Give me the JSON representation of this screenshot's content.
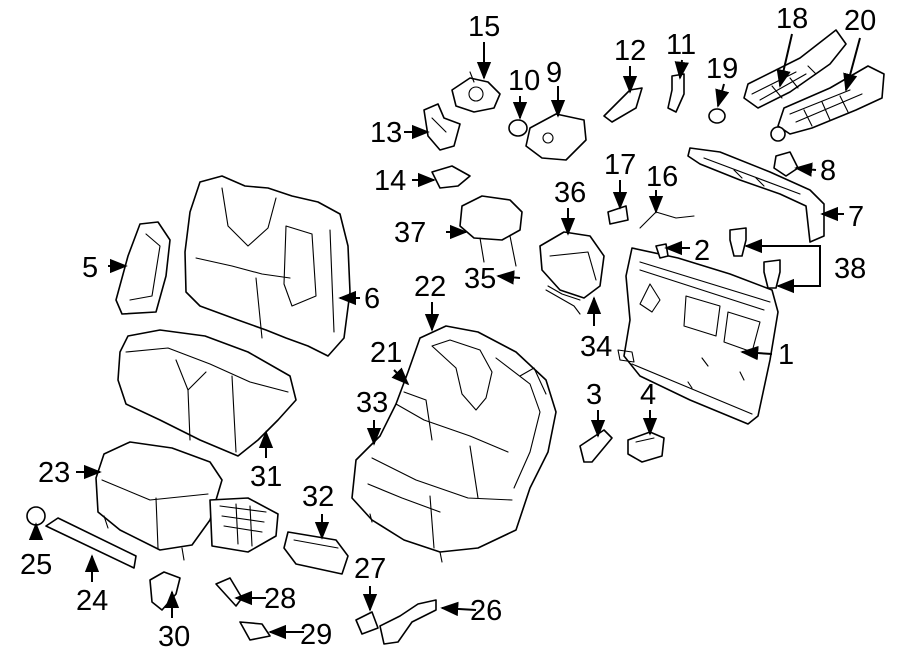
{
  "diagram": {
    "colors": {
      "line": "#000000",
      "background": "#ffffff",
      "shade": "#e9e9e9"
    },
    "callouts": [
      {
        "id": "c1",
        "label": "1"
      },
      {
        "id": "c2",
        "label": "2"
      },
      {
        "id": "c3",
        "label": "3"
      },
      {
        "id": "c4",
        "label": "4"
      },
      {
        "id": "c5",
        "label": "5"
      },
      {
        "id": "c6",
        "label": "6"
      },
      {
        "id": "c7",
        "label": "7"
      },
      {
        "id": "c8",
        "label": "8"
      },
      {
        "id": "c9",
        "label": "9"
      },
      {
        "id": "c10",
        "label": "10"
      },
      {
        "id": "c11",
        "label": "11"
      },
      {
        "id": "c12",
        "label": "12"
      },
      {
        "id": "c13",
        "label": "13"
      },
      {
        "id": "c14",
        "label": "14"
      },
      {
        "id": "c15",
        "label": "15"
      },
      {
        "id": "c16",
        "label": "16"
      },
      {
        "id": "c17",
        "label": "17"
      },
      {
        "id": "c18",
        "label": "18"
      },
      {
        "id": "c19",
        "label": "19"
      },
      {
        "id": "c20",
        "label": "20"
      },
      {
        "id": "c21",
        "label": "21"
      },
      {
        "id": "c22",
        "label": "22"
      },
      {
        "id": "c23",
        "label": "23"
      },
      {
        "id": "c24",
        "label": "24"
      },
      {
        "id": "c25",
        "label": "25"
      },
      {
        "id": "c26",
        "label": "26"
      },
      {
        "id": "c27",
        "label": "27"
      },
      {
        "id": "c28",
        "label": "28"
      },
      {
        "id": "c29",
        "label": "29"
      },
      {
        "id": "c30",
        "label": "30"
      },
      {
        "id": "c31",
        "label": "31"
      },
      {
        "id": "c32",
        "label": "32"
      },
      {
        "id": "c33",
        "label": "33"
      },
      {
        "id": "c34",
        "label": "34"
      },
      {
        "id": "c35",
        "label": "35"
      },
      {
        "id": "c36",
        "label": "36"
      },
      {
        "id": "c37",
        "label": "37"
      },
      {
        "id": "c38",
        "label": "38"
      }
    ]
  }
}
